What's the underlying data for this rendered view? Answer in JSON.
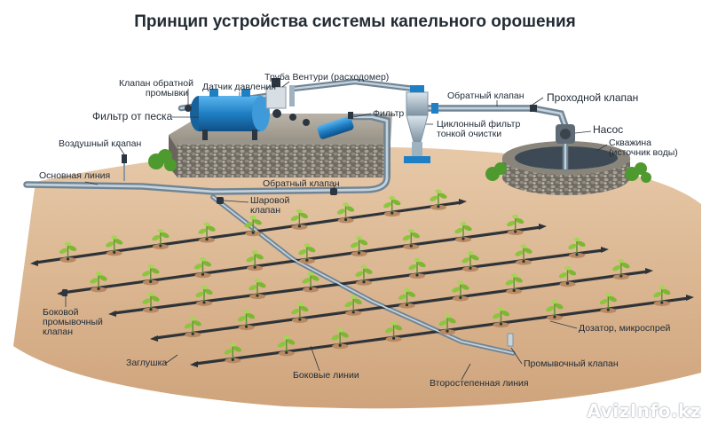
{
  "title": "Принцип устройства системы капельного орошения",
  "watermark": "AvizInfo.kz",
  "labels": {
    "flush_check_valve": [
      "Клапан обратной",
      "промывки"
    ],
    "pressure_sensor": "Датчик давления",
    "venturi": "Труба Вентури (расходомер)",
    "check_valve_top": "Обратный клапан",
    "pass_valve": "Проходной клапан",
    "sand_filter": "Фильтр от песка",
    "filter": "Фильтр",
    "cyclone_filter": [
      "Циклонный фильтр",
      "тонкой очистки"
    ],
    "pump": "Насос",
    "well": [
      "Скважина",
      "(источник воды)"
    ],
    "air_valve": "Воздушный клапан",
    "main_line": "Основная линия",
    "check_valve_mid": "Обратный клапан",
    "ball_valve": [
      "Шаровой",
      "клапан"
    ],
    "lateral_flush_valve": [
      "Боковой",
      "промывочный",
      "клапан"
    ],
    "dripper": "Дозатор, микроспрей",
    "end_cap": "Заглушка",
    "flush_valve": "Промывочный клапан",
    "lateral_lines": "Боковые линии",
    "secondary_line": "Второстепенная линия"
  },
  "colors": {
    "ground": "#d9b48f",
    "tank": "#1f7fc4",
    "pipe": "#9fb2c0",
    "leaf": "#8cc63f"
  }
}
